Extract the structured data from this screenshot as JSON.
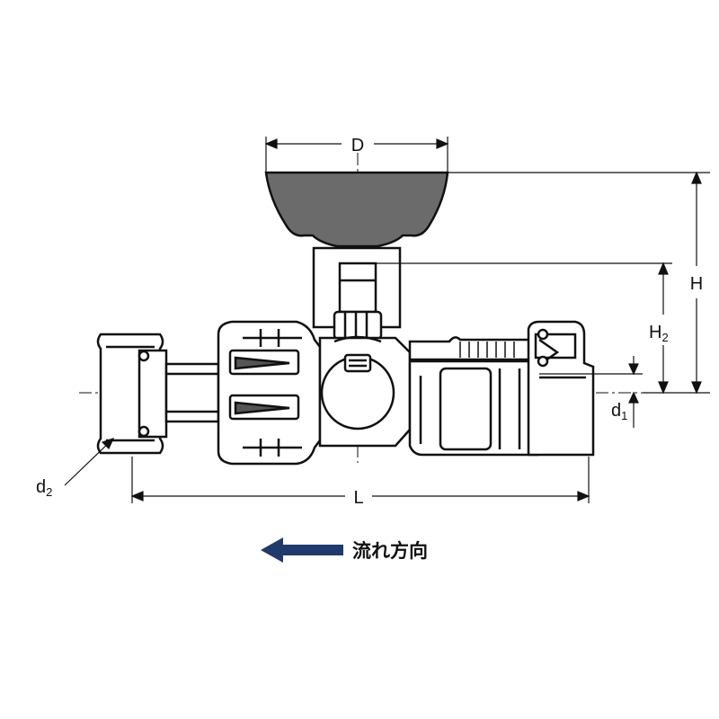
{
  "dimensions": {
    "D": "D",
    "H": "H",
    "H2_main": "H",
    "H2_sub": "2",
    "d1_main": "d",
    "d1_sub": "1",
    "d2_main": "d",
    "d2_sub": "2",
    "L": "L"
  },
  "legend": {
    "text": "流れ方向",
    "arrow_color": "#1f3a6b"
  },
  "colors": {
    "handle": "#6b6b6b",
    "line": "#111111",
    "body_fill": "#ffffff"
  }
}
